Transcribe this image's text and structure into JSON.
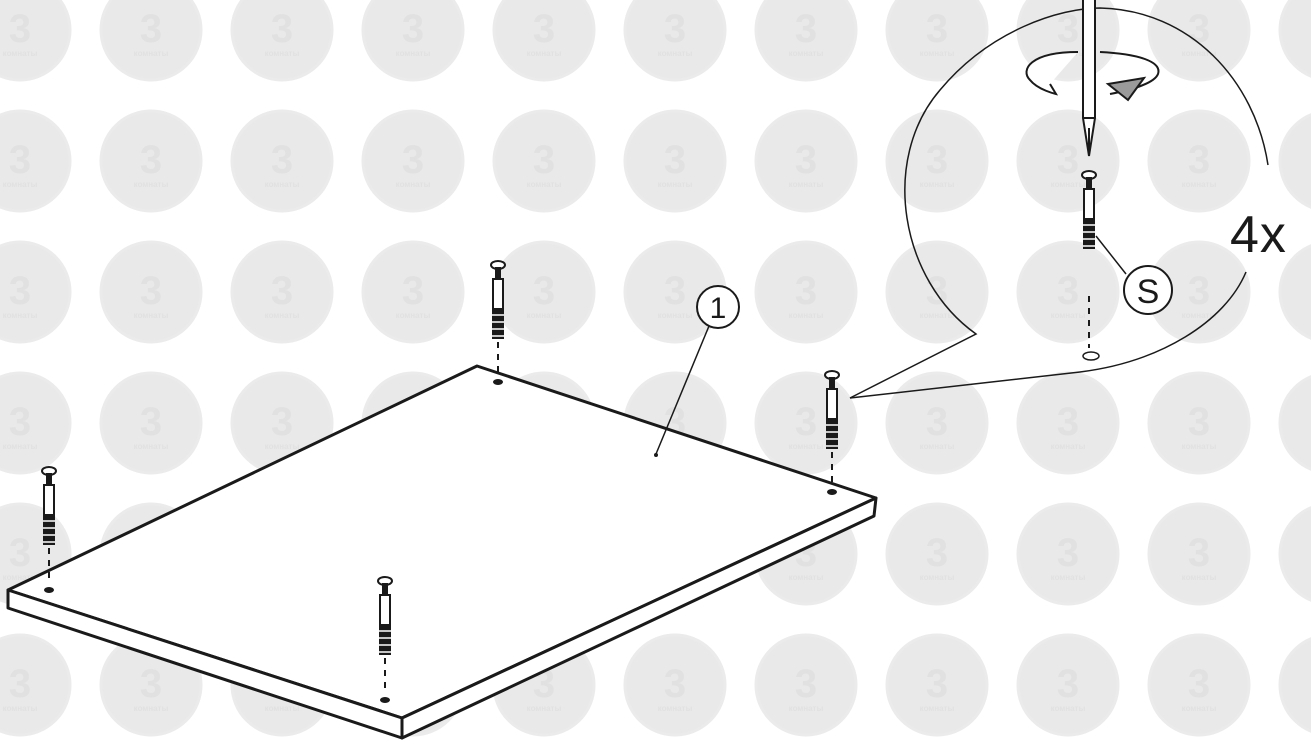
{
  "diagram": {
    "part_callout": "1",
    "screw_callout": "S",
    "quantity_label": "4x"
  },
  "watermark": {
    "digit": "3",
    "word": "комнаты"
  },
  "colors": {
    "line": "#1a1a1a",
    "background": "#ffffff",
    "watermark": "#e9e9e9"
  }
}
